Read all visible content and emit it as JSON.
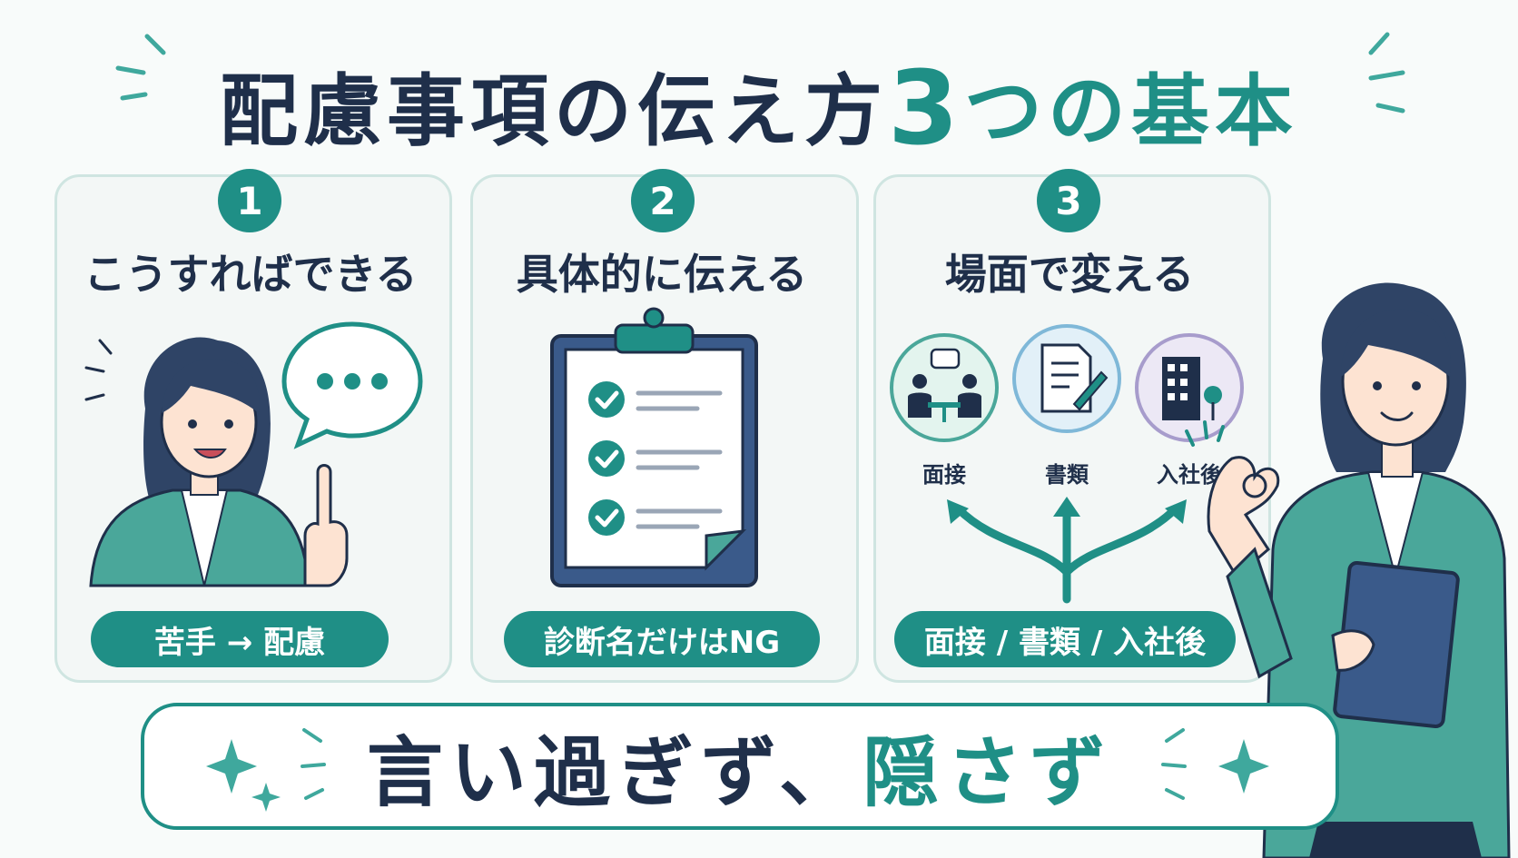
{
  "title": {
    "part1": "配慮事項の伝え方",
    "number": "3",
    "part2": "つの基本"
  },
  "cards": [
    {
      "number": "1",
      "heading": "こうすればできる",
      "pill": "苦手 → 配慮"
    },
    {
      "number": "2",
      "heading": "具体的に伝える",
      "pill": "診断名だけはNG"
    },
    {
      "number": "3",
      "heading": "場面で変える",
      "pill": "面接 / 書類 / 入社後",
      "scenes": [
        "面接",
        "書類",
        "入社後"
      ]
    }
  ],
  "bottom": {
    "part1": "言い過ぎず、",
    "part2": "隠さず"
  },
  "icons": {
    "card1": [
      "woman-icon",
      "speech-bubble-icon",
      "pointing-hand-icon"
    ],
    "card2": [
      "clipboard-checklist-icon",
      "checkmark-icon"
    ],
    "card3": [
      "interview-icon",
      "document-pen-icon",
      "office-building-icon",
      "branch-arrows-icon"
    ],
    "side": [
      "woman-ok-gesture-icon",
      "tablet-icon"
    ],
    "decor": [
      "sparkle-icon"
    ]
  },
  "colors": {
    "accent": "#1f8f86",
    "dark_text": "#1f2f4a",
    "card_bg": "#f3f7f6",
    "card_border": "#cfe5e1",
    "background": "#f8fbfa"
  }
}
